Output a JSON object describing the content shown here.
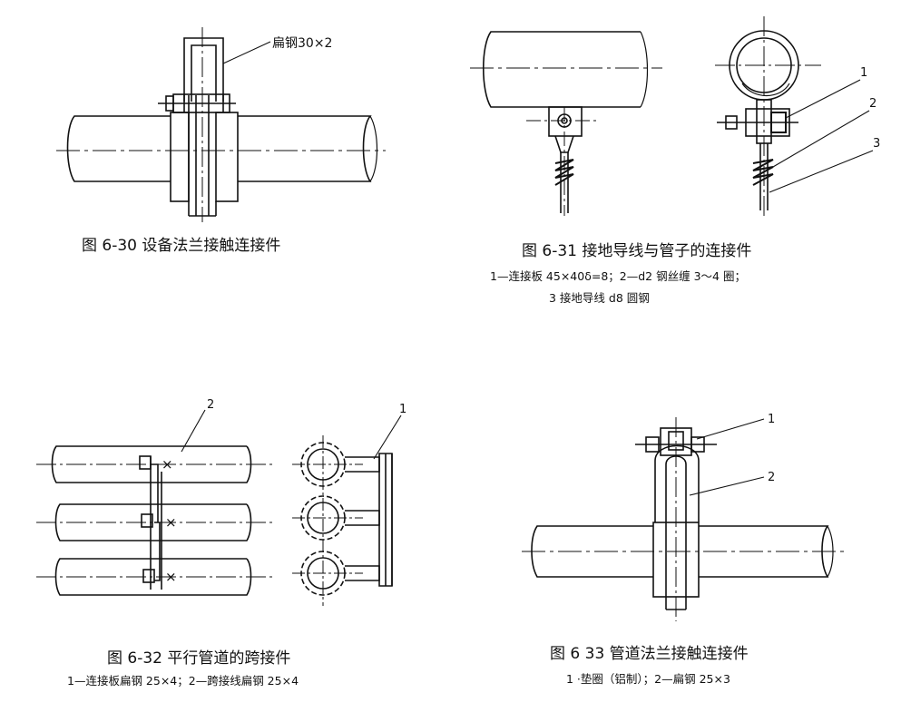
{
  "fig30": {
    "label": "扁钢30×2",
    "caption": "图 6-30   设备法兰接触连接件"
  },
  "fig31": {
    "callouts": [
      "1",
      "2",
      "3"
    ],
    "caption": "图 6-31   接地导线与管子的连接件",
    "note1": "1—连接板 45×40δ=8；2—d2 钢丝缠 3～4 圈；",
    "note2": "3  接地导线 d8 圆钢"
  },
  "fig32": {
    "callouts": [
      "2",
      "1"
    ],
    "caption": "图 6-32   平行管道的跨接件",
    "note": "1—连接板扁钢 25×4；2—跨接线扁钢 25×4"
  },
  "fig33": {
    "callouts": [
      "1",
      "2"
    ],
    "caption": "图 6 33   管道法兰接触连接件",
    "note": "1 ·垫圈（铝制）；2—扁钢 25×3"
  }
}
